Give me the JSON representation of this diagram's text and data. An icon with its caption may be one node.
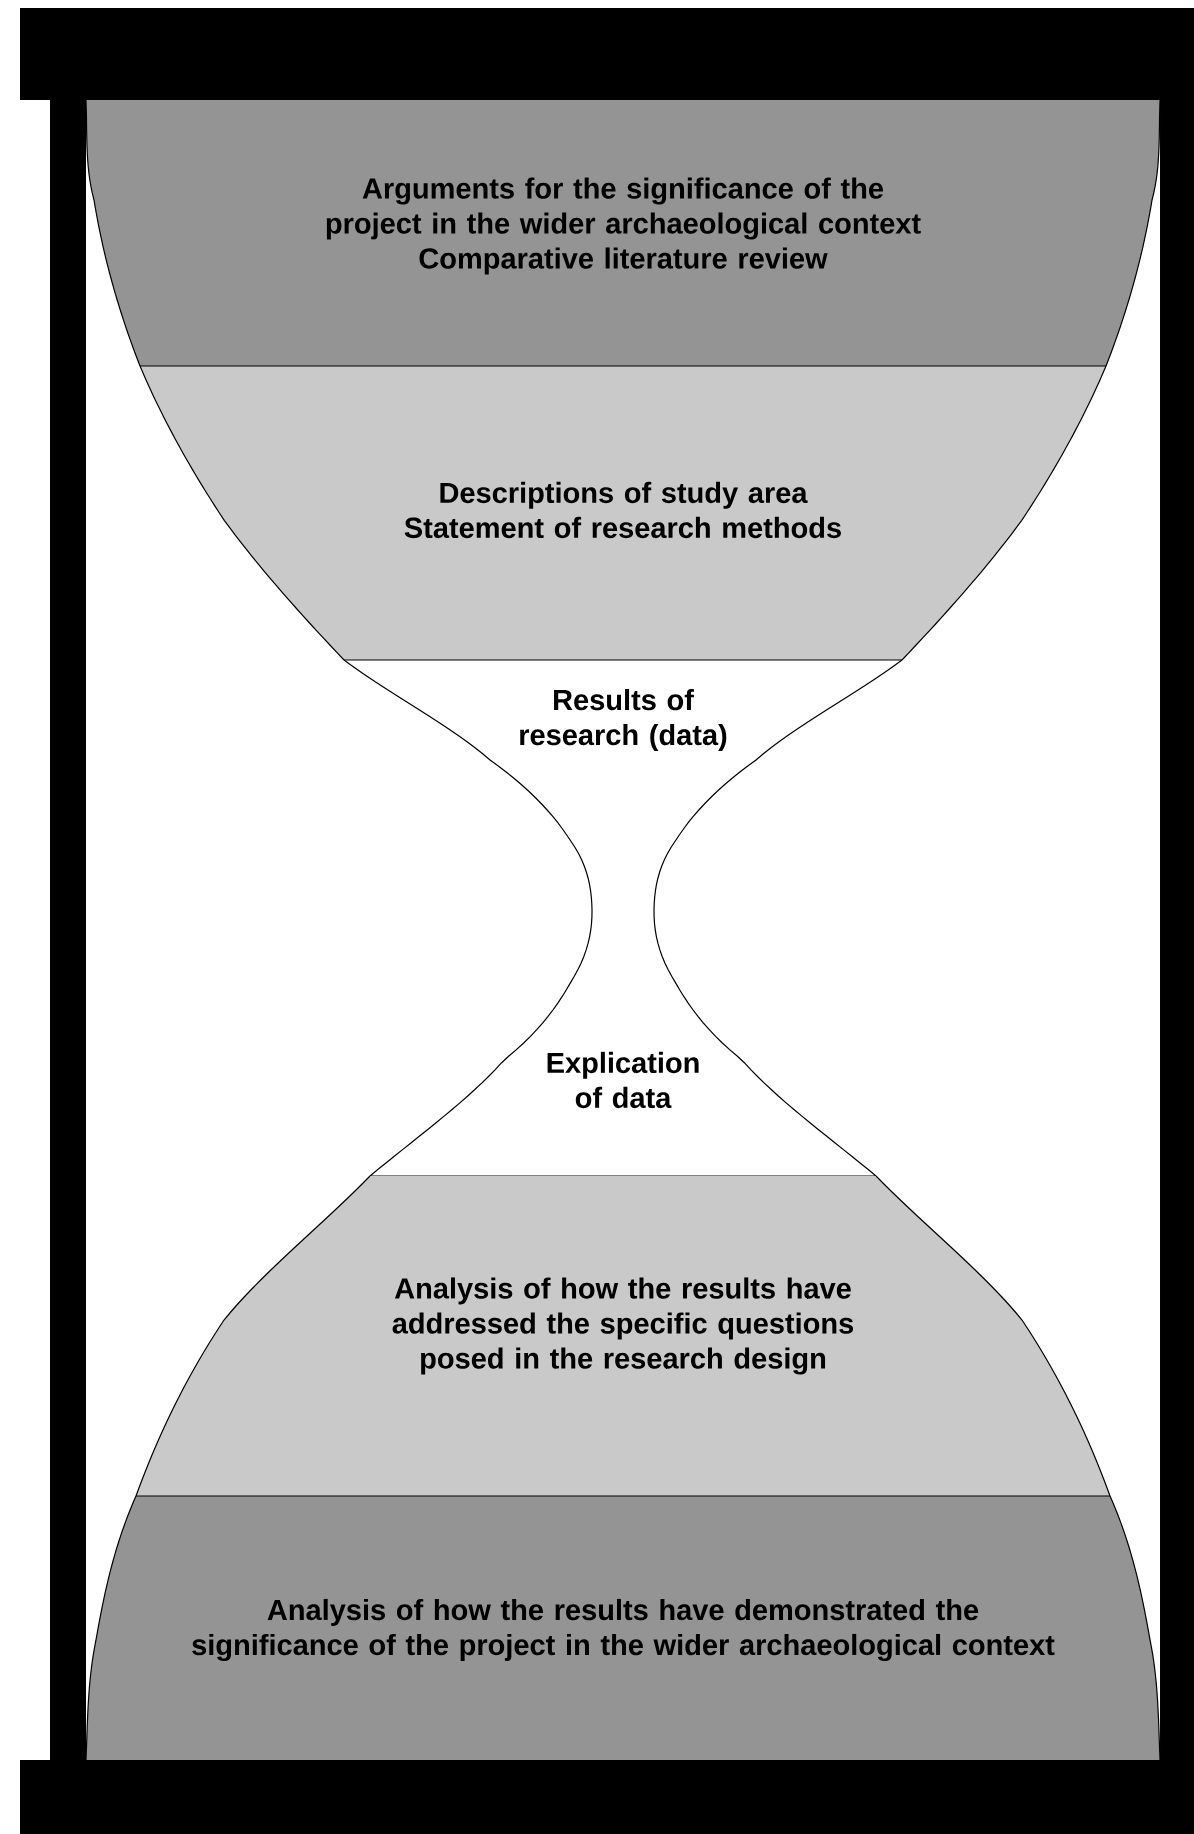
{
  "diagram": {
    "nodes": [
      {
        "text": [
          "Arguments for the significance of the project in the wider archaeological context",
          "Comparative literature review"
        ]
      },
      {
        "text": [
          "Descriptions of study area",
          "Statement of research methods"
        ]
      },
      {
        "text": [
          "Results of research (data)"
        ]
      },
      {
        "text": [
          "Explication of data"
        ]
      },
      {
        "text": [
          "Analysis of how the results have addressed the specific questions posed in the research design"
        ]
      },
      {
        "text": [
          "Analysis of how the results have demonstrated the significance of the project in the wider archaeological context"
        ]
      }
    ]
  }
}
